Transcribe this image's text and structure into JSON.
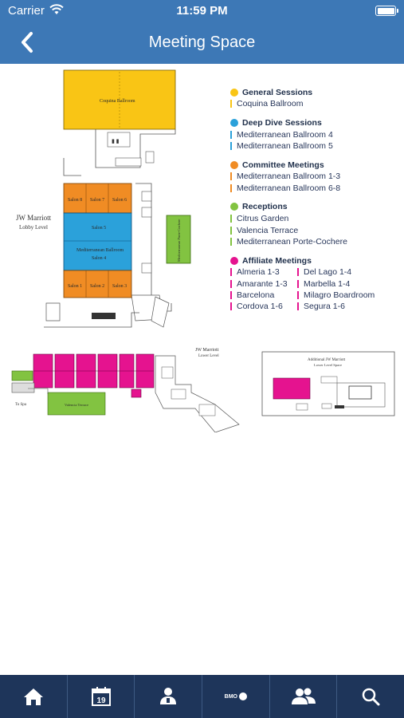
{
  "status_bar": {
    "carrier": "Carrier",
    "time": "11:59 PM"
  },
  "nav": {
    "title": "Meeting Space",
    "back_icon": "chevron-left-icon"
  },
  "colors": {
    "header": "#3d78b6",
    "general": "#f9c515",
    "deep_dive": "#2ba1da",
    "committee": "#f08c24",
    "receptions": "#82c341",
    "affiliate": "#e5138f",
    "tabbar": "#1e355a"
  },
  "legend": {
    "general": {
      "title": "General Sessions",
      "items": [
        "Coquina Ballroom"
      ]
    },
    "deep_dive": {
      "title": "Deep Dive Sessions",
      "items": [
        "Mediterranean Ballroom 4",
        "Mediterranean Ballroom 5"
      ]
    },
    "committee": {
      "title": "Committee Meetings",
      "items": [
        "Mediterranean Ballroom 1-3",
        "Mediterranean Ballroom 6-8"
      ]
    },
    "receptions": {
      "title": "Receptions",
      "items": [
        "Citrus Garden",
        "Valencia Terrace",
        "Mediterranean Porte-Cochere"
      ]
    },
    "affiliate": {
      "title": "Affiliate Meetings",
      "col1": [
        "Almeria 1-3",
        "Amarante 1-3",
        "Barcelona",
        "Cordova 1-6"
      ],
      "col2": [
        "Del Lago 1-4",
        "Marbella 1-4",
        "Milagro Boardroom",
        "Segura 1-6"
      ]
    }
  },
  "map": {
    "lobby_heading_1": "JW Marriott",
    "lobby_heading_2": "Lobby Level",
    "coquina": "Coquina Ballroom",
    "salon_2": "Salon 2",
    "salon_3": "Salon 3",
    "salon_4": "Salon 4",
    "salon_5": "Salon 5",
    "salon_6": "Salon 6",
    "salon_7": "Salon 7",
    "salon_8": "Salon 8",
    "salon_1": "Salon 1",
    "med_ballroom": "Mediterranean Ballroom",
    "porte": "Mediterranean Porte-Cochere",
    "lower_heading_1": "JW Marriott",
    "lower_heading_2": "Lower Level",
    "valencia": "Valencia Terrace",
    "to_spa": "To Spa",
    "additional_1": "Additional JW Marriott",
    "additional_2": "Lower Level Space"
  },
  "tabs": [
    {
      "name": "home",
      "icon": "home-icon"
    },
    {
      "name": "calendar",
      "icon": "calendar-icon",
      "label": "19"
    },
    {
      "name": "speakers",
      "icon": "speaker-icon"
    },
    {
      "name": "bmo",
      "icon": "bmo-logo-icon",
      "label": "BMO"
    },
    {
      "name": "attendees",
      "icon": "people-icon"
    },
    {
      "name": "search",
      "icon": "search-icon"
    }
  ]
}
